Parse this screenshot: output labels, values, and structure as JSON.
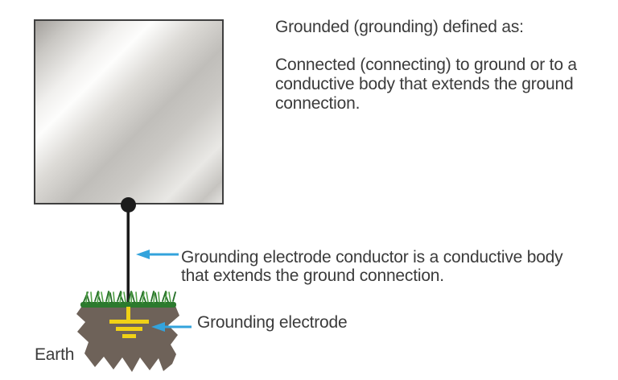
{
  "definition": {
    "heading": "Grounded (grounding) defined as:",
    "body_lines": [
      "Connected (connecting) to ground or to a",
      "conductive body that extends the ground",
      "connection."
    ]
  },
  "annotations": {
    "conductor_lines": [
      "Grounding electrode conductor is a conductive body",
      "that extends the ground connection."
    ],
    "electrode_label": "Grounding electrode",
    "earth_label": "Earth"
  },
  "icons": {
    "conductor_pointer": "left-arrow-icon",
    "electrode_pointer": "left-arrow-icon",
    "electrode_symbol": "ground-symbol-icon"
  },
  "colors": {
    "arrow_blue": "#33a3dc",
    "electrode_yellow": "#f0d116",
    "earth_brown": "#6e6259",
    "grass_green": "#2c7a2e",
    "grass_light_green": "#51a047",
    "conductor_black": "#1a1a1a",
    "text_gray": "#3b3b3b",
    "box_border": "#3f3f3f"
  }
}
